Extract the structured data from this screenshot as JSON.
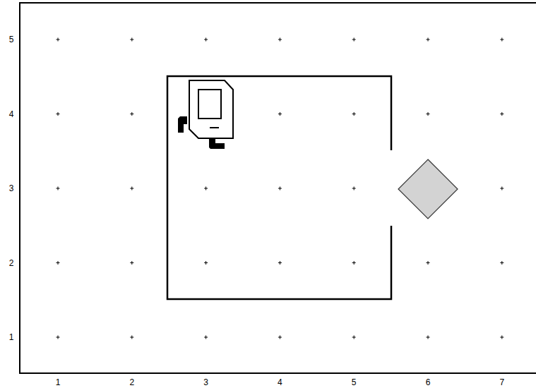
{
  "diagram": {
    "labels": [
      "5",
      "4",
      "3",
      "2",
      "1",
      "1",
      "2",
      "3",
      "4",
      "5",
      "6",
      "7"
    ]
  }
}
